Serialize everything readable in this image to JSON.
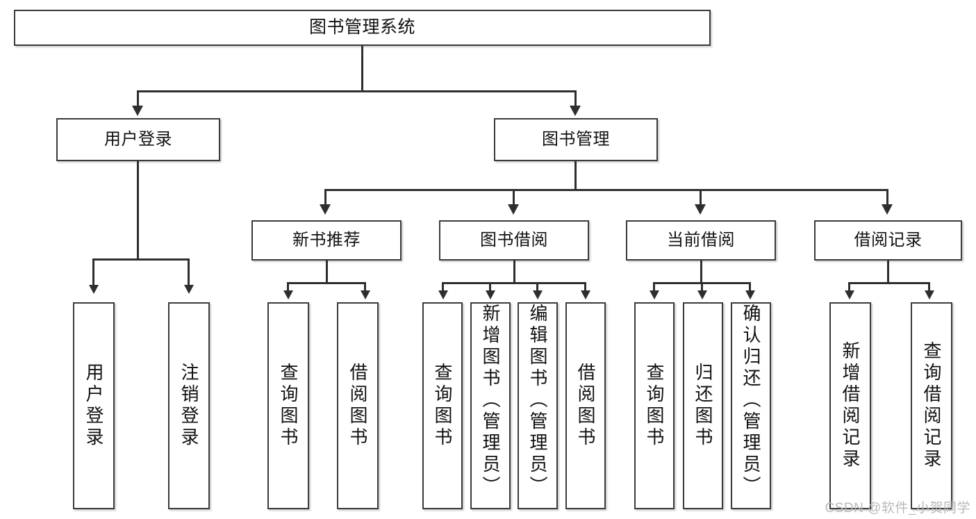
{
  "diagram": {
    "title": "图书管理系统",
    "type": "tree",
    "watermark": "CSDN @软件_小贺同学",
    "colors": {
      "box_border": "#3a3a3a",
      "connector": "#2e2e2e",
      "background": "#ffffff",
      "watermark": "#b9b9b9"
    },
    "nodes": {
      "root": "图书管理系统",
      "level2": [
        "用户登录",
        "图书管理"
      ],
      "level3": [
        "新书推荐",
        "图书借阅",
        "当前借阅",
        "借阅记录"
      ],
      "leaves": {
        "user_login": [
          "用户登录",
          "注销登录"
        ],
        "new_book_recommend": [
          "查询图书",
          "借阅图书"
        ],
        "book_borrow": [
          "查询图书",
          "新增图书（管理员）",
          "编辑图书（管理员）",
          "借阅图书"
        ],
        "current_borrow": [
          "查询图书",
          "归还图书",
          "确认归还（管理员）"
        ],
        "borrow_record": [
          "新增借阅记录",
          "查询借阅记录"
        ]
      }
    }
  }
}
